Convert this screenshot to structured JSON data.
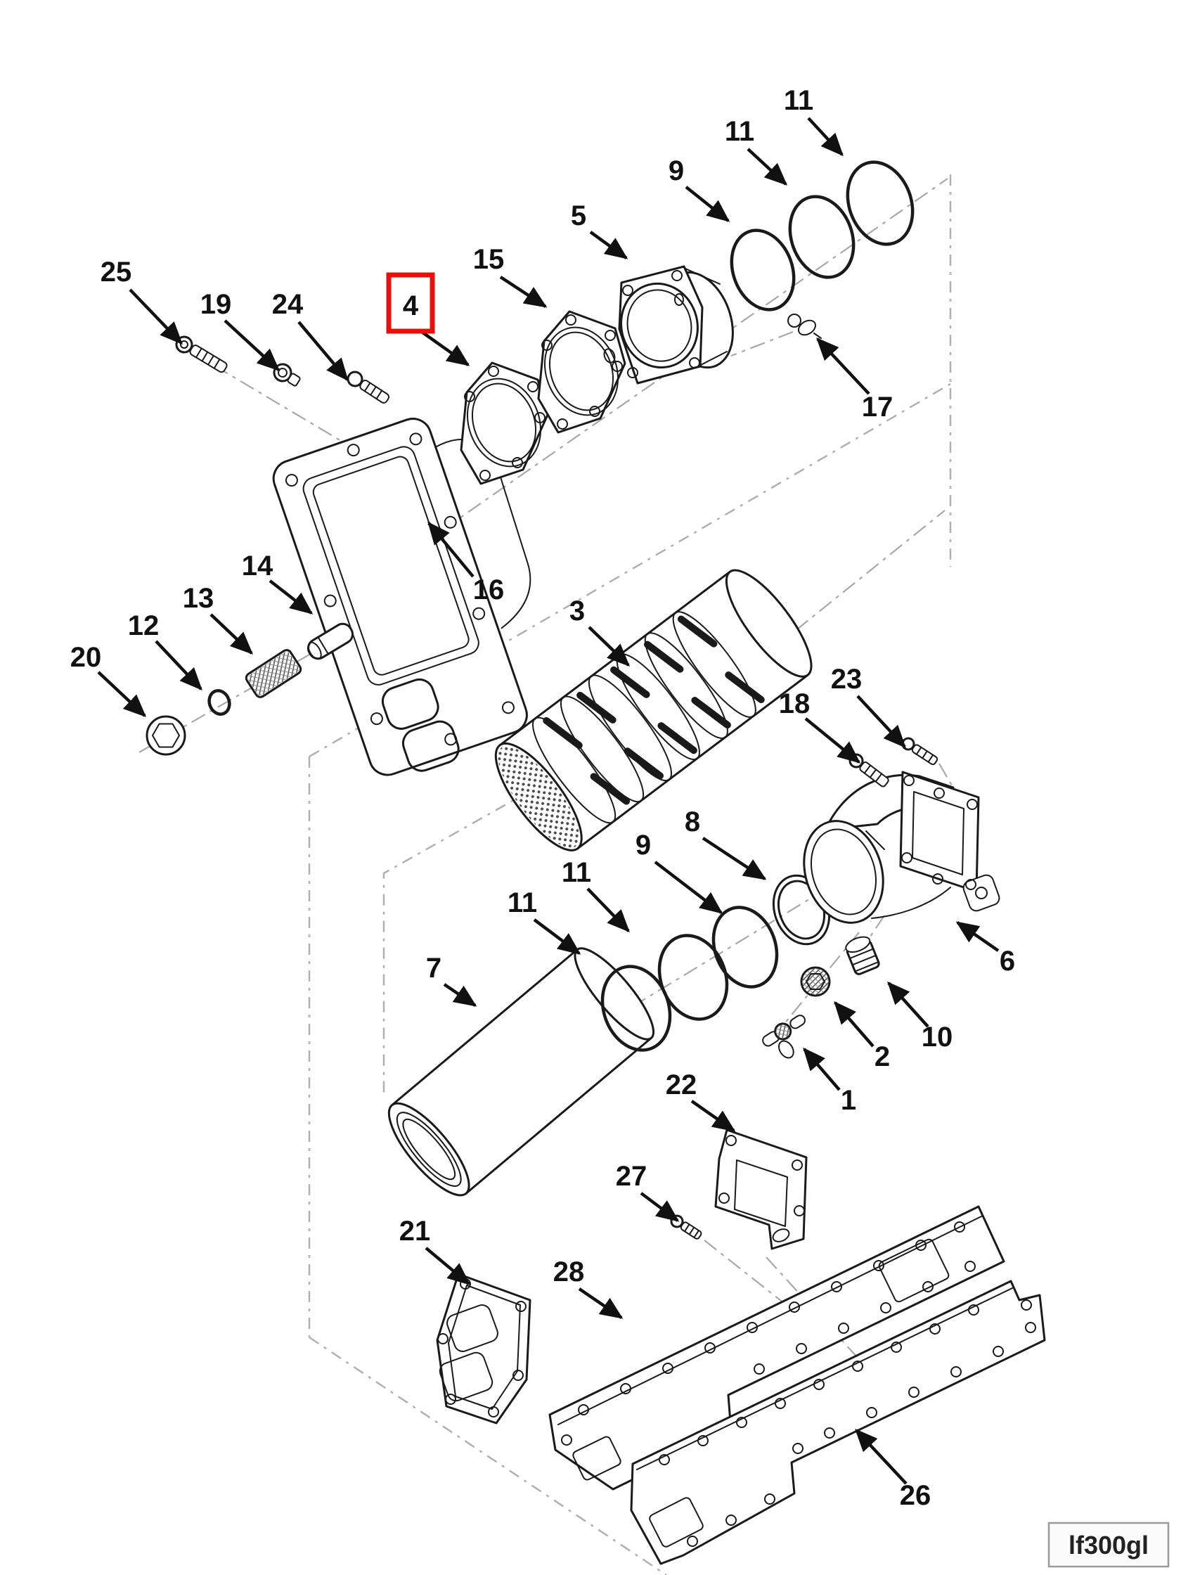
{
  "diagram": {
    "watermark": "lf300gl",
    "highlighted_callout": "4",
    "highlight_color": "#e8100c",
    "line_color": "#1a1a1a",
    "construction_line_color": "#b0b0b0",
    "background_color": "#ffffff"
  },
  "callouts": {
    "c1": "1",
    "c2": "2",
    "c3": "3",
    "c4": "4",
    "c5": "5",
    "c6": "6",
    "c7": "7",
    "c8": "8",
    "c9a": "9",
    "c9b": "9",
    "c10": "10",
    "c11a": "11",
    "c11b": "11",
    "c11c": "11",
    "c11d": "11",
    "c12": "12",
    "c13": "13",
    "c14": "14",
    "c15": "15",
    "c16": "16",
    "c17": "17",
    "c18": "18",
    "c19": "19",
    "c20": "20",
    "c21": "21",
    "c22": "22",
    "c23": "23",
    "c24": "24",
    "c25": "25",
    "c26": "26",
    "c27": "27",
    "c28": "28"
  }
}
